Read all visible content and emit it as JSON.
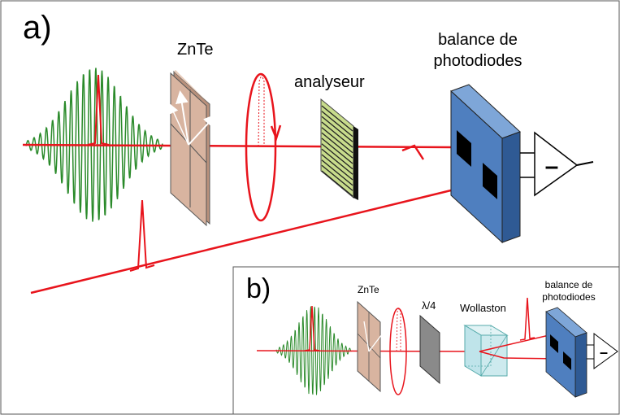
{
  "panel_a": {
    "label": "a)",
    "crystal_label": "ZnTe",
    "analyzer_label": "analyseur",
    "detector_label": "balance de photodiodes",
    "amplifier_sign": "–"
  },
  "panel_b": {
    "label": "b)",
    "crystal_label": "ZnTe",
    "waveplate_label": "λ/4",
    "prism_label": "Wollaston",
    "detector_label": "balance de photodiodes",
    "amplifier_sign": "–"
  },
  "colors": {
    "beam": "#e8141c",
    "thz_field": "#2a8a2a",
    "crystal": "#d8b4a0",
    "detector": "#4f7fbf",
    "analyzer": "#c8dc8c",
    "waveplate": "#8a8a8a",
    "prism": "#bfe4ea"
  }
}
